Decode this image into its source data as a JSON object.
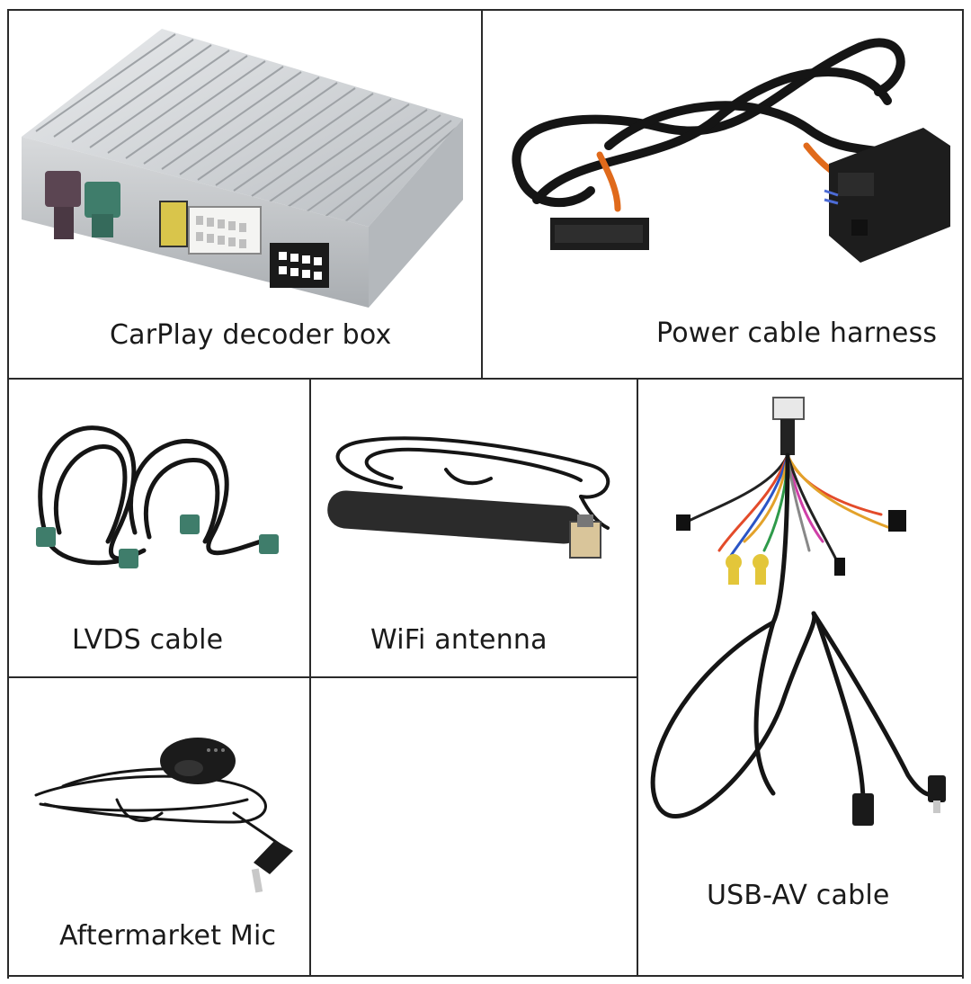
{
  "products": {
    "decoder_box": {
      "label": "CarPlay decoder box",
      "icon": "decoder-box-icon"
    },
    "power_harness": {
      "label": "Power cable harness",
      "icon": "cable-harness-icon"
    },
    "lvds_cable": {
      "label": "LVDS cable",
      "icon": "lvds-cable-icon"
    },
    "wifi_antenna": {
      "label": "WiFi antenna",
      "icon": "antenna-icon"
    },
    "usb_av_cable": {
      "label": "USB-AV cable",
      "icon": "usb-av-cable-icon"
    },
    "mic": {
      "label": "Aftermarket Mic",
      "icon": "microphone-icon"
    }
  },
  "colors": {
    "grid_line": "#2a2a2a",
    "box_silver": "#cfd2d5",
    "cable_black": "#151515",
    "sleeve_orange": "#e06a1b",
    "connector_green": "#3f7d6b",
    "connector_violet": "#5b4552",
    "connector_yellow": "#d9c54b",
    "connector_beige": "#d9c59a"
  }
}
